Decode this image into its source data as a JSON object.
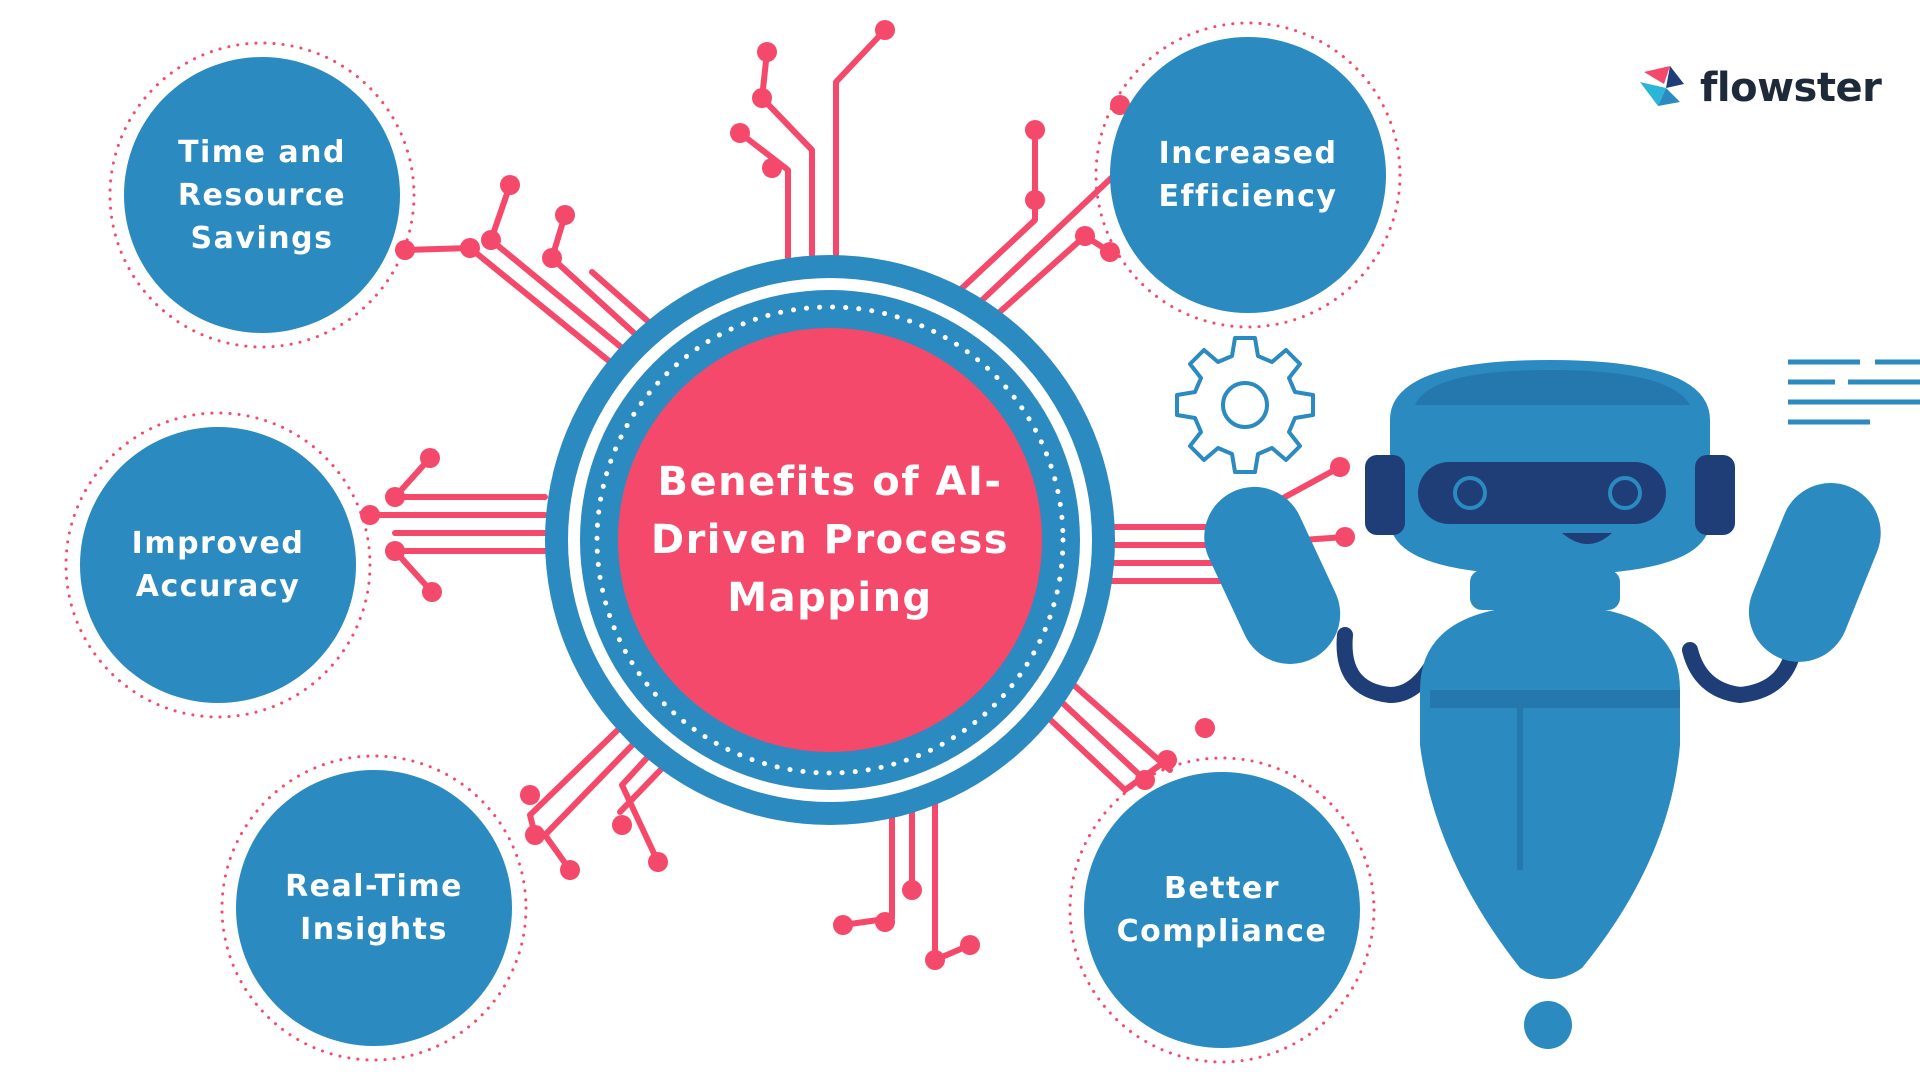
{
  "brand": {
    "name": "flowster",
    "logo_icon": "flowster-logo-icon"
  },
  "center": {
    "title": "Benefits of AI-Driven Process Mapping"
  },
  "benefits": [
    {
      "label": "Time and Resource Savings"
    },
    {
      "label": "Increased Efficiency"
    },
    {
      "label": "Improved Accuracy"
    },
    {
      "label": "Real-Time Insights"
    },
    {
      "label": "Better Compliance"
    }
  ],
  "decorations": {
    "robot": "robot-illustration",
    "gear": "gear-icon",
    "text_lines": "text-lines-icon"
  },
  "colors": {
    "blue": "#2b8ac0",
    "navy": "#1f3e78",
    "pink": "#f5496b",
    "dark_text": "#1e2a3a",
    "white": "#ffffff"
  }
}
